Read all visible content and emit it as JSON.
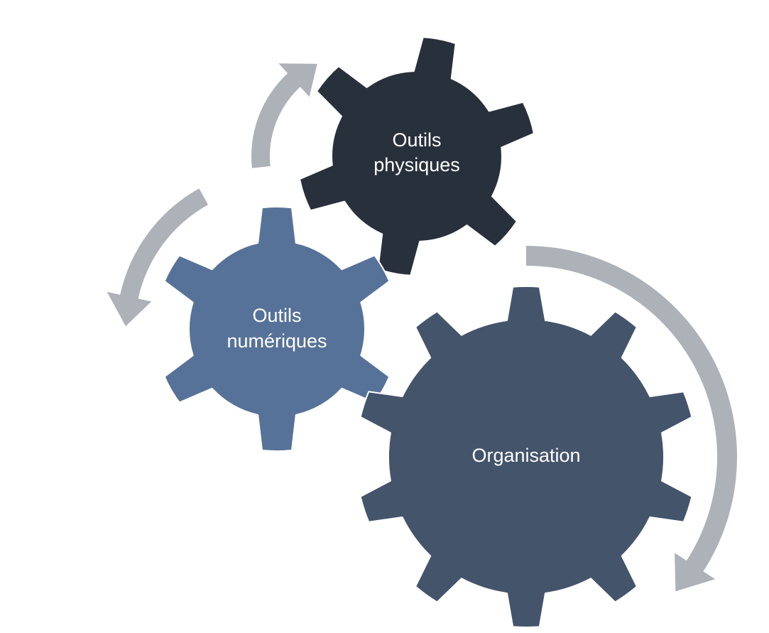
{
  "diagram": {
    "colors": {
      "arrow": "#adb1b8",
      "gear_physical": "#28303c",
      "gear_digital": "#577298",
      "gear_organisation": "#44546b",
      "label_text": "#ffffff"
    },
    "gears": {
      "physical": {
        "label_line1": "Outils",
        "label_line2": "physiques"
      },
      "digital": {
        "label_line1": "Outils",
        "label_line2": "numériques"
      },
      "organisation": {
        "label": "Organisation"
      }
    },
    "arrows": [
      {
        "name": "physical-to-digital-arrow",
        "direction": "counter-clockwise"
      },
      {
        "name": "digital-to-physical-arrow",
        "direction": "clockwise"
      },
      {
        "name": "organisation-arrow",
        "direction": "clockwise"
      }
    ]
  }
}
